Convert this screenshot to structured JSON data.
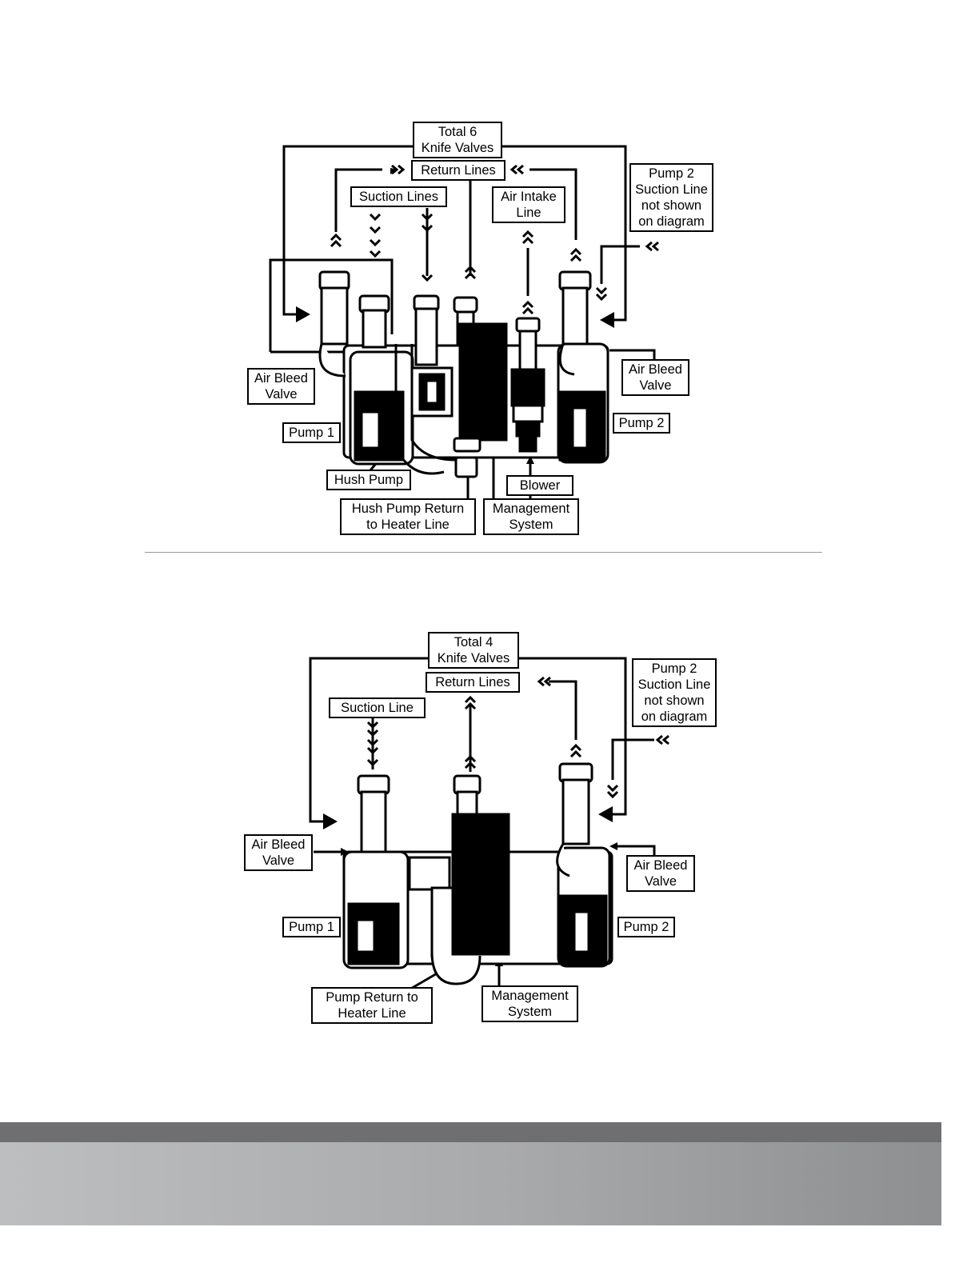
{
  "diagram_top": {
    "labels": {
      "total_knife_valves": [
        "Total 6",
        "Knife Valves"
      ],
      "return_lines": [
        "Return Lines"
      ],
      "suction_lines": [
        "Suction Lines"
      ],
      "air_intake_line": [
        "Air Intake",
        "Line"
      ],
      "pump2_suction_note": [
        "Pump 2",
        "Suction Line",
        "not shown",
        "on diagram"
      ],
      "air_bleed_valve_left": [
        "Air Bleed",
        "Valve"
      ],
      "air_bleed_valve_right": [
        "Air Bleed",
        "Valve"
      ],
      "pump1": [
        "Pump 1"
      ],
      "pump2": [
        "Pump 2"
      ],
      "hush_pump": [
        "Hush Pump"
      ],
      "blower": [
        "Blower"
      ],
      "hush_pump_return": [
        "Hush Pump Return",
        "to Heater Line"
      ],
      "management_system": [
        "Management",
        "System"
      ]
    }
  },
  "diagram_bottom": {
    "labels": {
      "total_knife_valves": [
        "Total 4",
        "Knife Valves"
      ],
      "return_lines": [
        "Return Lines"
      ],
      "suction_line": [
        "Suction Line"
      ],
      "pump2_suction_note": [
        "Pump 2",
        "Suction Line",
        "not shown",
        "on diagram"
      ],
      "air_bleed_valve_left": [
        "Air Bleed",
        "Valve"
      ],
      "air_bleed_valve_right": [
        "Air Bleed",
        "Valve"
      ],
      "pump1": [
        "Pump 1"
      ],
      "pump2": [
        "Pump 2"
      ],
      "pump_return": [
        "Pump Return to",
        "Heater Line"
      ],
      "management_system": [
        "Management",
        "System"
      ]
    }
  },
  "colors": {
    "line": "#000000",
    "divider": "#9a9a9a",
    "footer_dark": "#6f6f71",
    "footer_light_start": "#bdbec0",
    "footer_light_end": "#8e8f91"
  }
}
